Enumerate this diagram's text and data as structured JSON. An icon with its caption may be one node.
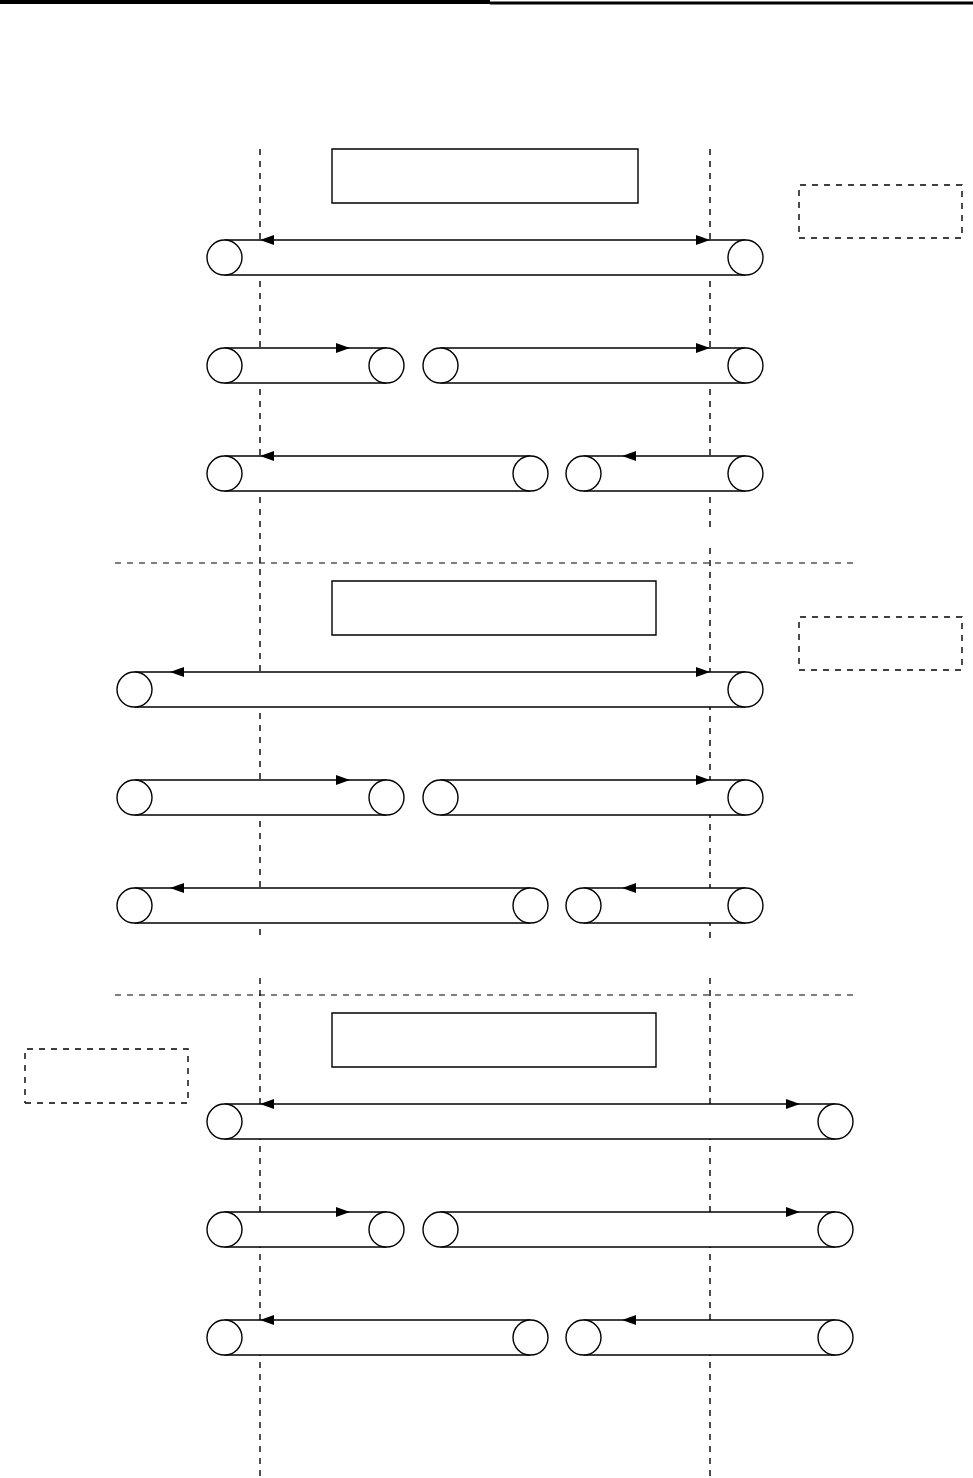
{
  "diagram": {
    "nodes": [
      {
        "text": [],
        "shape": "box"
      },
      {
        "text": [],
        "shape": "box"
      },
      {
        "text": [],
        "shape": "conveyor"
      },
      {
        "text": [],
        "shape": "conveyor"
      },
      {
        "text": [],
        "shape": "conveyor"
      },
      {
        "text": [],
        "shape": "conveyor"
      },
      {
        "text": [],
        "shape": "conveyor"
      },
      {
        "text": [],
        "shape": "box"
      },
      {
        "text": [],
        "shape": "box"
      },
      {
        "text": [],
        "shape": "conveyor"
      },
      {
        "text": [],
        "shape": "conveyor"
      },
      {
        "text": [],
        "shape": "conveyor"
      },
      {
        "text": [],
        "shape": "conveyor"
      },
      {
        "text": [],
        "shape": "conveyor"
      },
      {
        "text": [],
        "shape": "box"
      },
      {
        "text": [],
        "shape": "box"
      },
      {
        "text": [],
        "shape": "conveyor"
      },
      {
        "text": [],
        "shape": "conveyor"
      },
      {
        "text": [],
        "shape": "conveyor"
      },
      {
        "text": [],
        "shape": "conveyor"
      },
      {
        "text": [],
        "shape": "conveyor"
      }
    ]
  }
}
